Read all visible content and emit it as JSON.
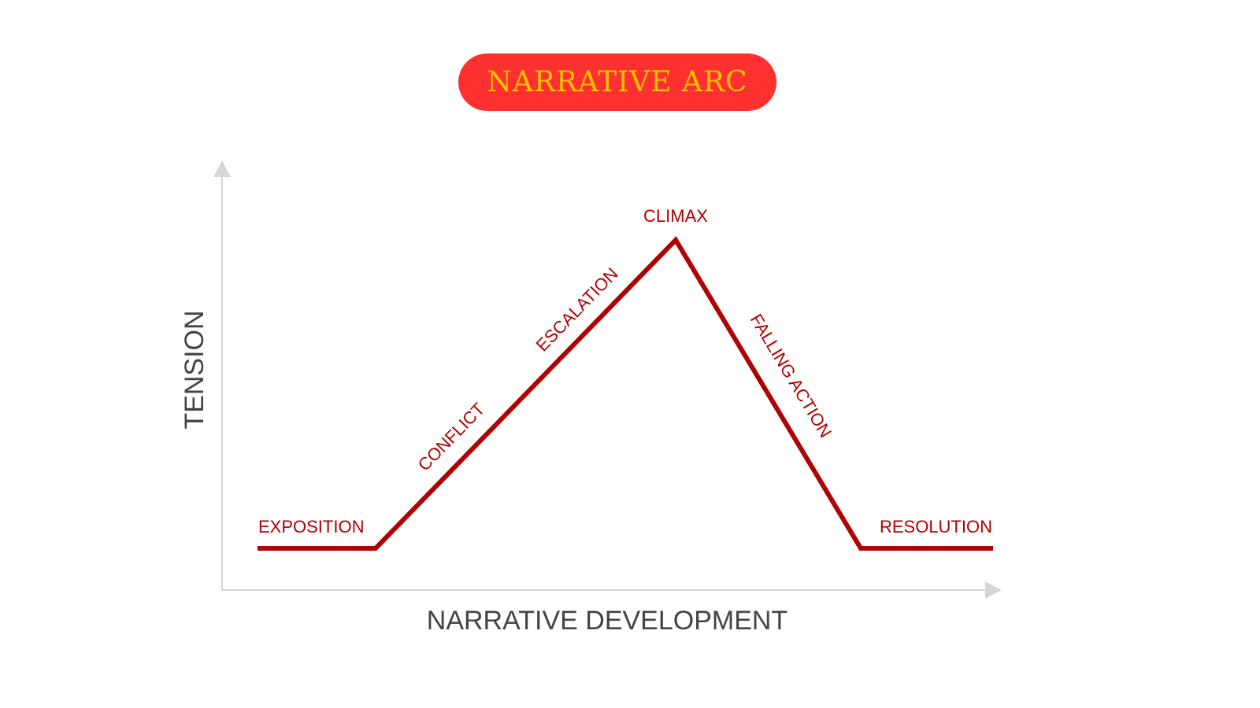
{
  "title": "NARRATIVE ARC",
  "axes": {
    "y_label": "TENSION",
    "x_label": "NARRATIVE DEVELOPMENT"
  },
  "stages": {
    "exposition": "EXPOSITION",
    "conflict": "CONFLICT",
    "escalation": "ESCALATION",
    "climax": "CLIMAX",
    "falling_action": "FALLING ACTION",
    "resolution": "RESOLUTION"
  },
  "colors": {
    "title_bg": "#ff3030",
    "title_text": "#ffc000",
    "arc_line": "#b00000",
    "axis": "#d6d6d6",
    "axis_label": "#444444"
  }
}
